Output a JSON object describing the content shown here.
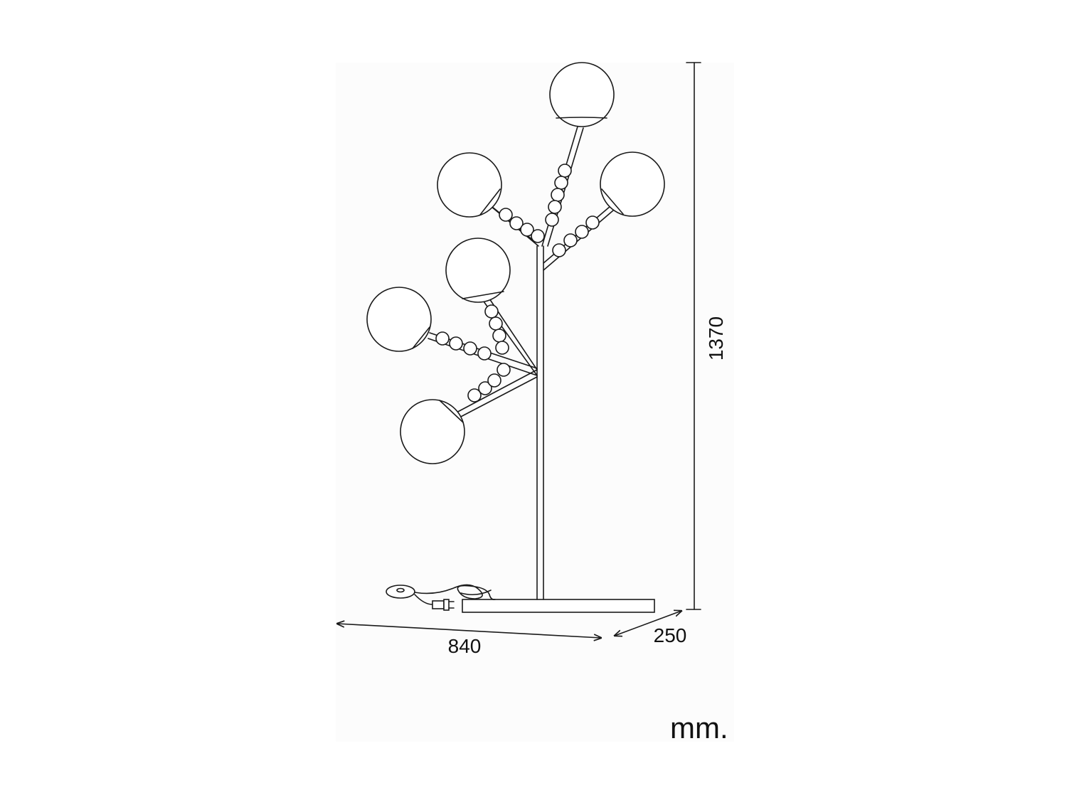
{
  "dimensions": {
    "width": "840",
    "depth": "250",
    "height": "1370"
  },
  "unit": "mm.",
  "colors": {
    "line": "#1a1a1a",
    "background": "#ffffff",
    "panel": "#fcfcfc"
  }
}
